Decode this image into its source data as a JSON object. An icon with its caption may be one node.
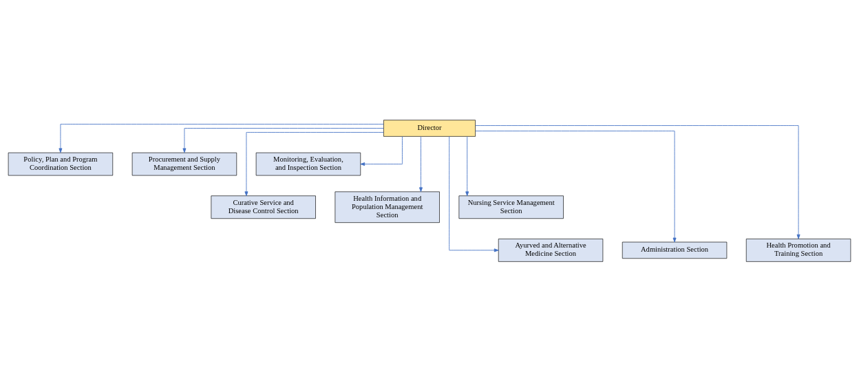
{
  "diagram": {
    "nodes": [
      {
        "text": [
          "Director"
        ]
      },
      {
        "text": [
          "Policy, Plan and Program Coordination Section"
        ]
      },
      {
        "text": [
          "Procurement and Supply Management Section"
        ]
      },
      {
        "text": [
          "Monitoring, Evaluation, and Inspection Section"
        ]
      },
      {
        "text": [
          "Curative Service and Disease Control Section"
        ]
      },
      {
        "text": [
          "Health Information and Population Management Section"
        ]
      },
      {
        "text": [
          "Nursing Service Management Section"
        ]
      },
      {
        "text": [
          "Ayurved and Alternative Medicine Section"
        ]
      },
      {
        "text": [
          "Administration Section"
        ]
      },
      {
        "text": [
          "Health Promotion and Training Section"
        ]
      }
    ],
    "edges": [
      {
        "from": 0,
        "to": 1,
        "arrow": "to"
      },
      {
        "from": 0,
        "to": 4,
        "arrow": "to"
      },
      {
        "from": 0,
        "to": 7,
        "arrow": "to"
      },
      {
        "from": 0,
        "to": 2,
        "arrow": "to"
      },
      {
        "from": 0,
        "to": 5,
        "arrow": "to"
      },
      {
        "from": 0,
        "to": 8,
        "arrow": "to"
      },
      {
        "from": 0,
        "to": 3,
        "arrow": "to"
      },
      {
        "from": 0,
        "to": 6,
        "arrow": "to"
      },
      {
        "from": 0,
        "to": 9,
        "arrow": "to"
      }
    ]
  }
}
